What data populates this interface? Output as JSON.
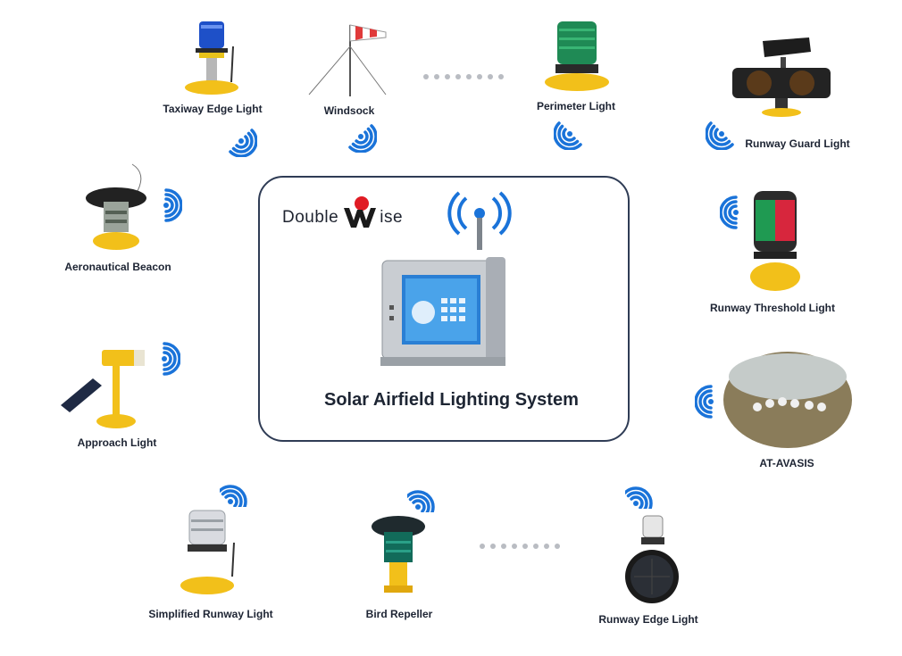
{
  "brand": {
    "part1": "Double",
    "logo_letter": "W",
    "part2": "ise"
  },
  "system_title": "Solar Airfield Lighting System",
  "devices": [
    {
      "label": "Taxiway Edge Light"
    },
    {
      "label": "Windsock"
    },
    {
      "label": "Perimeter Light"
    },
    {
      "label": "Runway Guard Light"
    },
    {
      "label": "Aeronautical Beacon"
    },
    {
      "label": "Runway Threshold Light"
    },
    {
      "label": "Approach Light"
    },
    {
      "label": "AT-AVASIS"
    },
    {
      "label": "Simplified Runway Light"
    },
    {
      "label": "Bird Repeller"
    },
    {
      "label": "Runway Edge Light"
    }
  ],
  "colors": {
    "wifi_blue": "#1a73d9",
    "frame_navy": "#2f3c55",
    "beacon_yellow": "#f2c01a",
    "logo_red": "#e01b24"
  }
}
